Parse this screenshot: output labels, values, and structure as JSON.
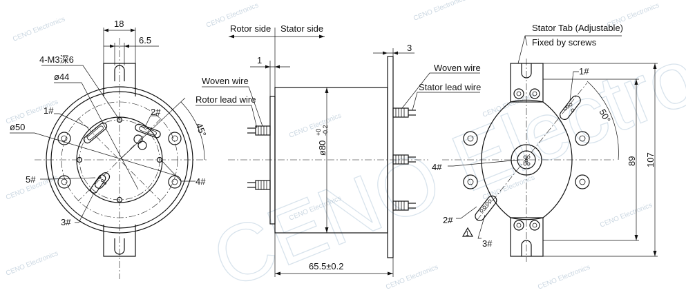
{
  "watermark": {
    "small_text": "CENO Electronics",
    "large_text": "CENO Electronics"
  },
  "left_view": {
    "dim_top": "18",
    "dim_tab": "6.5",
    "holes_label": "4-M3深6",
    "pcd_inner": "ø44",
    "pcd_outer": "ø50",
    "angle": "45°",
    "pins": [
      "1#",
      "2#",
      "3#",
      "4#",
      "5#"
    ]
  },
  "side_view": {
    "rotor_side": "Rotor side",
    "stator_side": "Stator side",
    "dim_1": "1",
    "dim_3": "3",
    "woven_wire_left": "Woven wire",
    "rotor_lead_wire": "Rotor lead wire",
    "woven_wire_right": "Woven wire",
    "stator_lead_wire": "Stator lead wire",
    "diameter": "ø80",
    "tol_plus": "+0",
    "tol_minus": "-0.2",
    "length": "65.5±0.2"
  },
  "right_view": {
    "stator_tab": "Stator Tab (Adjustable)",
    "fixed": "Fixed by screws",
    "angle": "50°",
    "dim_89": "89",
    "dim_107": "107",
    "pins": [
      "1#",
      "2#",
      "3#",
      "4#"
    ],
    "warn_symbol": "1"
  }
}
